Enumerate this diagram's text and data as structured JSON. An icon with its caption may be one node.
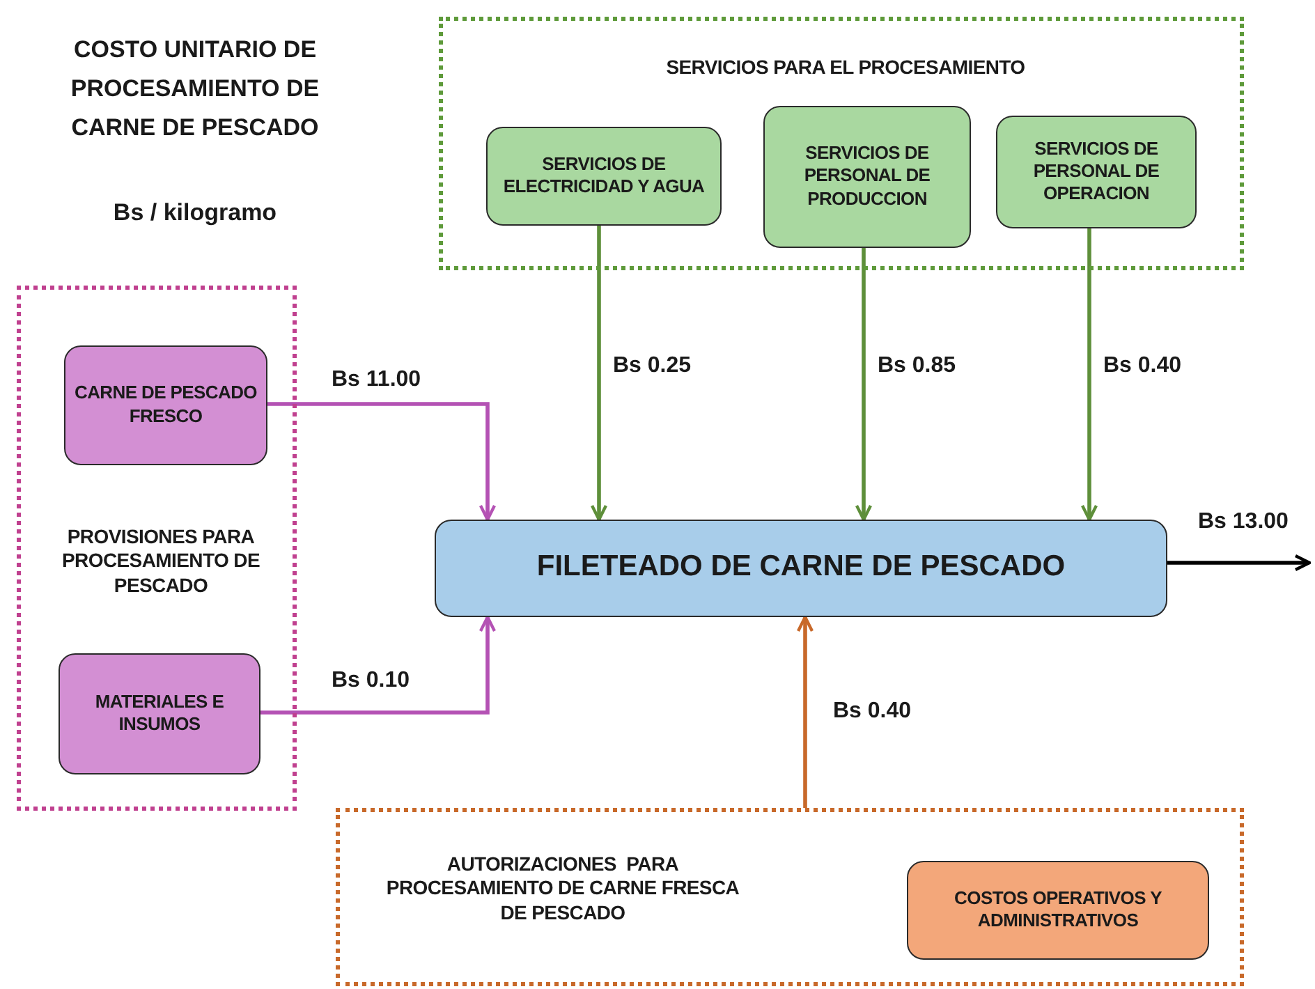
{
  "diagram": {
    "title": "COSTO UNITARIO DE PROCESAMIENTO DE CARNE DE PESCADO",
    "nodes": [
      {
        "text": [
          "SERVICIOS PARA EL PROCESAMIENTO"
        ]
      },
      {
        "text": [
          "SERVICIOS DE ELECTRICIDAD Y AGUA"
        ],
        "in": 0
      },
      {
        "text": [
          "SERVICIOS DE PERSONAL DE PRODUCCION"
        ],
        "in": 0
      },
      {
        "text": [
          "SERVICIOS DE PERSONAL DE OPERACION"
        ],
        "in": 0
      },
      {
        "text": [
          "PROVISIONES PARA PROCESAMIENTO DE PESCADO"
        ]
      },
      {
        "text": [
          "CARNE DE PESCADO FRESCO"
        ],
        "in": 4
      },
      {
        "text": [
          "MATERIALES E INSUMOS"
        ],
        "in": 4
      },
      {
        "text": [
          "FILETEADO DE CARNE DE PESCADO"
        ]
      },
      {
        "text": [
          "AUTORIZACIONES  PARA PROCESAMIENTO DE CARNE FRESCA DE PESCADO"
        ]
      },
      {
        "text": [
          "COSTOS OPERATIVOS Y ADMINISTRATIVOS"
        ],
        "in": 8
      }
    ],
    "edges": [
      {
        "from": 5,
        "to": 7,
        "arrow": "to",
        "label": "Bs 11.00",
        "color": "#b452b4"
      },
      {
        "from": 1,
        "to": 7,
        "arrow": "to",
        "label": "Bs 0.25"
      },
      {
        "from": 2,
        "to": 7,
        "arrow": "to",
        "label": "Bs 0.85"
      },
      {
        "from": 3,
        "to": 7,
        "arrow": "to",
        "label": "Bs 0.40"
      },
      {
        "from": 7,
        "to": null,
        "arrow": "to",
        "label": "Bs 13.00",
        "color": "#000000"
      },
      {
        "from": 6,
        "to": 7,
        "arrow": "to",
        "label": "Bs 0.10",
        "color": "#b452b4"
      },
      {
        "from": 8,
        "to": 7,
        "arrow": "to",
        "label": "Bs 0.40",
        "color": "#c8692a"
      }
    ],
    "labels": [
      "Bs / kilogramo"
    ]
  }
}
